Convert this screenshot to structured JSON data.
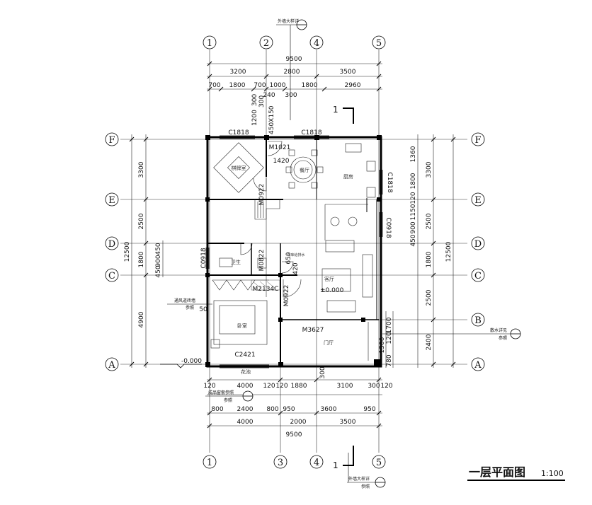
{
  "title": {
    "main": "一层平面图",
    "scale": "1:100"
  },
  "axes": {
    "columns": [
      "1",
      "2",
      "4",
      "5",
      "1",
      "3",
      "4",
      "5"
    ],
    "rows": [
      "F",
      "E",
      "D",
      "C",
      "A",
      "F",
      "E",
      "D",
      "C",
      "B",
      "A"
    ]
  },
  "top_dims": {
    "total": "9500",
    "row2": [
      "3200",
      "2800",
      "3500"
    ],
    "row3": [
      "700",
      "1800",
      "700",
      "1000",
      "1800",
      "2960"
    ],
    "row3b": [
      "240",
      "300"
    ],
    "vertical": [
      "1200",
      "300",
      "300",
      "450X150"
    ]
  },
  "bottom_dims": {
    "row1": [
      "120",
      "4000",
      "120",
      "120",
      "1880",
      "3100",
      "300",
      "120"
    ],
    "row2": [
      "800",
      "2400",
      "800",
      "950",
      "3600",
      "950"
    ],
    "row3": [
      "4000",
      "2000",
      "3500"
    ],
    "total": "9500"
  },
  "left_dims": {
    "outer": "12500",
    "inner": [
      "3300",
      "2500",
      "1800",
      "4900"
    ],
    "small": [
      "450",
      "900",
      "450"
    ]
  },
  "right_dims": {
    "outer": "12500",
    "mid": [
      "3300",
      "2500",
      "1800",
      "2500",
      "2400"
    ],
    "inner": [
      "1360",
      "1800",
      "120",
      "1150",
      "900",
      "450"
    ],
    "lower": [
      "1700",
      "120",
      "1500",
      "780"
    ]
  },
  "windows": [
    "C1818",
    "C1818",
    "C1818",
    "C0918",
    "C0918",
    "C2421"
  ],
  "doors": [
    "M1021",
    "M0922",
    "M0822",
    "M0922",
    "M2134C",
    "M3627"
  ],
  "rooms": {
    "chess": "棋牌室",
    "dining": "餐厅",
    "kitchen": "厨房",
    "bath": "卫生",
    "living": "客厅",
    "bedroom": "卧室",
    "foyer": "门厅",
    "garden": "花池",
    "water": "车库给排水"
  },
  "labels": {
    "section": "1",
    "elevation_floor": "±0.000",
    "elevation_out": "-0.000",
    "callout_top": "外墙大样详",
    "callout_left1": "通风道砖墙",
    "callout_left2": "参照",
    "callout_bottom_left": "成品窗套参照",
    "callout_bottom_left2": "参照",
    "callout_right": "散水详见",
    "callout_right2": "参照",
    "callout_bottom": "外墙大样详",
    "callout_bottom2": "参照",
    "dim_misc": [
      "1420",
      "420",
      "50",
      "650",
      "300"
    ]
  }
}
